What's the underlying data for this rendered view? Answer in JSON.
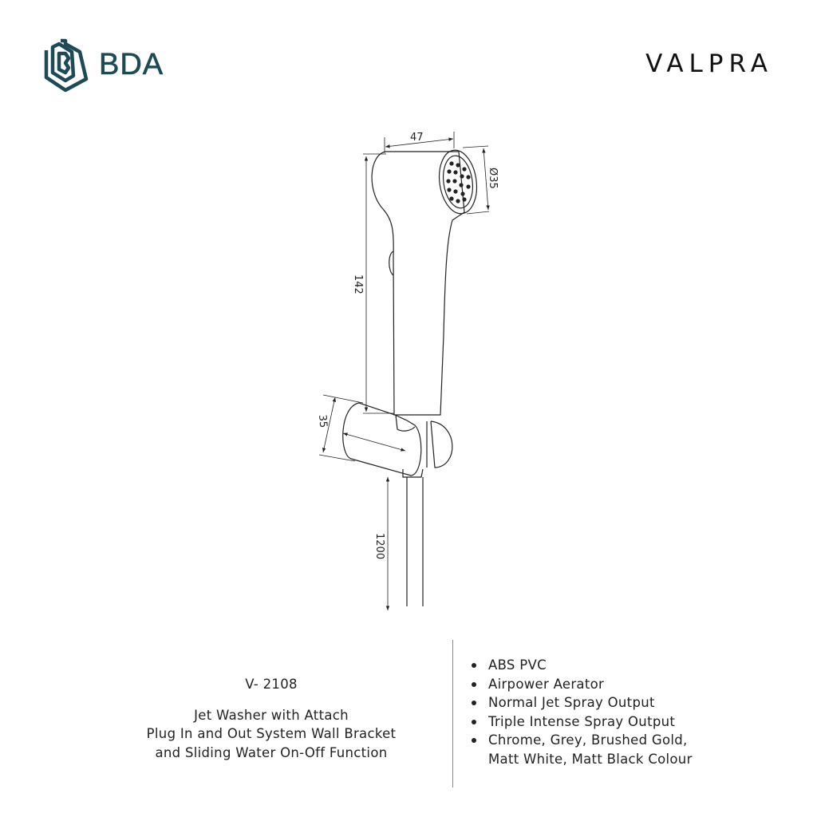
{
  "brand_left": {
    "name": "BDA",
    "color": "#1d4a55"
  },
  "brand_right": {
    "name": "VALPRA"
  },
  "dimensions": {
    "width": "47",
    "diameter": "Ø35",
    "height": "142",
    "bracket": "35",
    "hose": "1200"
  },
  "product": {
    "model": "V- 2108",
    "description_lines": [
      "Jet Washer with Attach",
      "Plug In and Out System Wall Bracket",
      "and Sliding Water On-Off Function"
    ]
  },
  "features": [
    "ABS PVC",
    "Airpower Aerator",
    "Normal Jet Spray Output",
    "Triple Intense Spray Output",
    "Chrome, Grey, Brushed Gold,",
    "Matt White, Matt Black Colour"
  ]
}
